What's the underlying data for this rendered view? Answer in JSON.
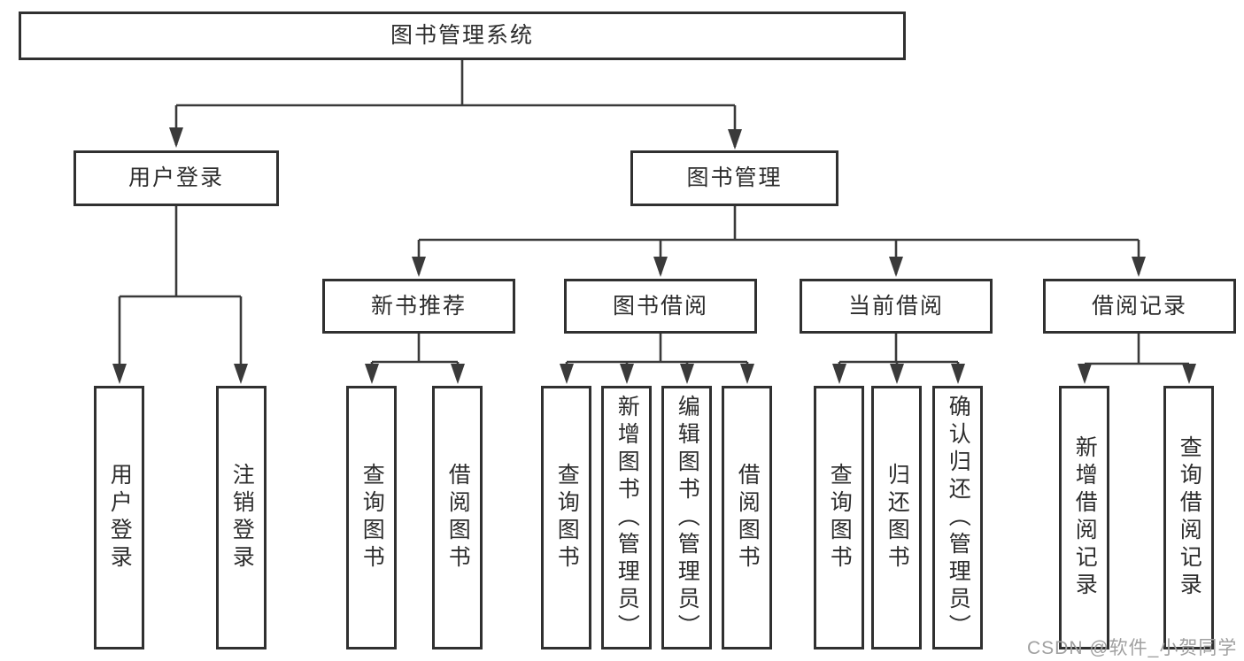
{
  "diagram": {
    "type": "hierarchy",
    "tree": {
      "label": "图书管理系统",
      "children": [
        {
          "label": "用户登录",
          "children": [
            {
              "label": "用户登录"
            },
            {
              "label": "注销登录"
            }
          ]
        },
        {
          "label": "图书管理",
          "children": [
            {
              "label": "新书推荐",
              "children": [
                {
                  "label": "查询图书"
                },
                {
                  "label": "借阅图书"
                }
              ]
            },
            {
              "label": "图书借阅",
              "children": [
                {
                  "label": "查询图书"
                },
                {
                  "label": "新增图书（管理员）"
                },
                {
                  "label": "编辑图书（管理员）"
                },
                {
                  "label": "借阅图书"
                }
              ]
            },
            {
              "label": "当前借阅",
              "children": [
                {
                  "label": "查询图书"
                },
                {
                  "label": "归还图书"
                },
                {
                  "label": "确认归还（管理员）"
                }
              ]
            },
            {
              "label": "借阅记录",
              "children": [
                {
                  "label": "新增借阅记录"
                },
                {
                  "label": "查询借阅记录"
                }
              ]
            }
          ]
        }
      ]
    }
  },
  "watermark": "CSDN @软件_小贺同学",
  "colors": {
    "background": "#ffffff",
    "box_border": "#303030",
    "connector_line": "#3a3a3a",
    "text": "#2d2d2d",
    "watermark_text": "#a0a0a0"
  }
}
